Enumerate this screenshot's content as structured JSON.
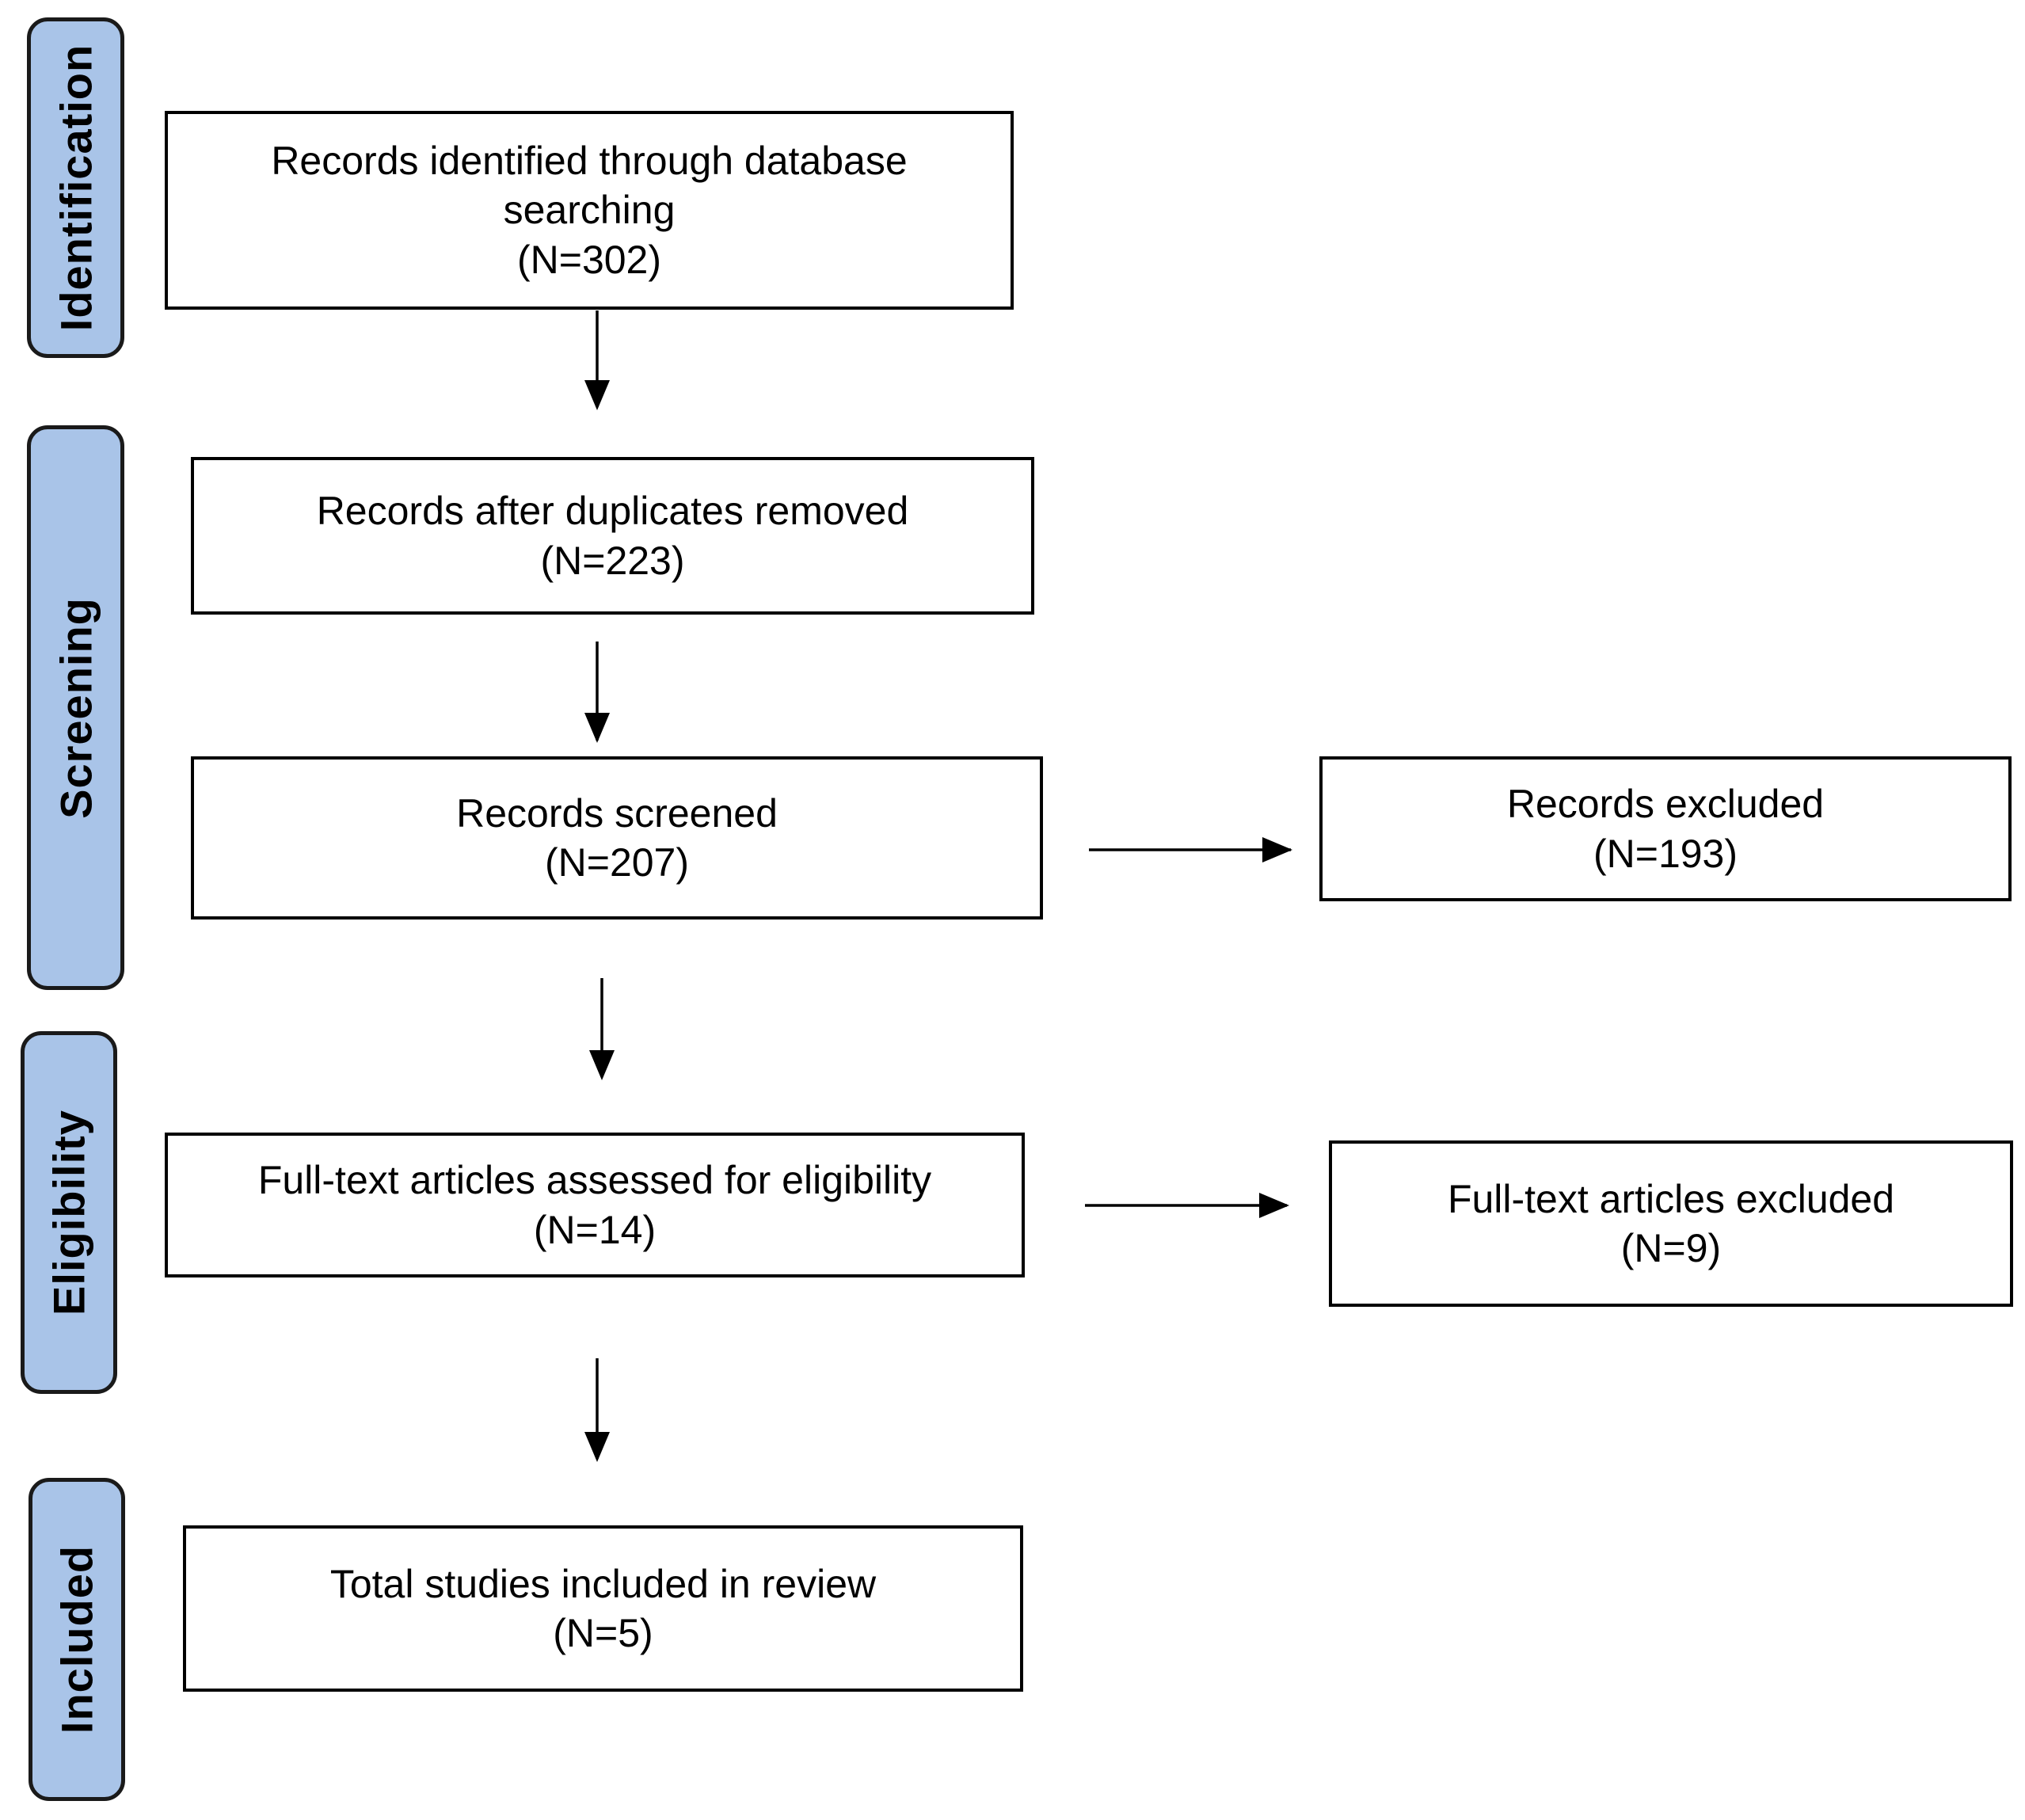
{
  "stages": [
    {
      "id": "identification",
      "label": "Identification"
    },
    {
      "id": "screening",
      "label": "Screening"
    },
    {
      "id": "eligibility",
      "label": "Eligibility"
    },
    {
      "id": "included",
      "label": "Included"
    }
  ],
  "boxes": {
    "identified": {
      "text": "Records identified through database searching",
      "count": "(N=302)"
    },
    "duplicates_removed": {
      "text": "Records after duplicates removed",
      "count": "(N=223)"
    },
    "screened": {
      "text": "Records screened",
      "count": "(N=207)"
    },
    "records_excluded": {
      "text": "Records excluded",
      "count": "(N=193)"
    },
    "fulltext_assessed": {
      "text": "Full-text articles assessed for eligibility",
      "count": "(N=14)"
    },
    "fulltext_excluded": {
      "text": "Full-text articles excluded",
      "count": "(N=9)"
    },
    "included": {
      "text": "Total studies included in review",
      "count": "(N=5)"
    }
  },
  "colors": {
    "stage_fill": "#a9c4e8",
    "stage_border": "#1a1a1a",
    "box_border": "#000000",
    "arrow": "#000000"
  }
}
